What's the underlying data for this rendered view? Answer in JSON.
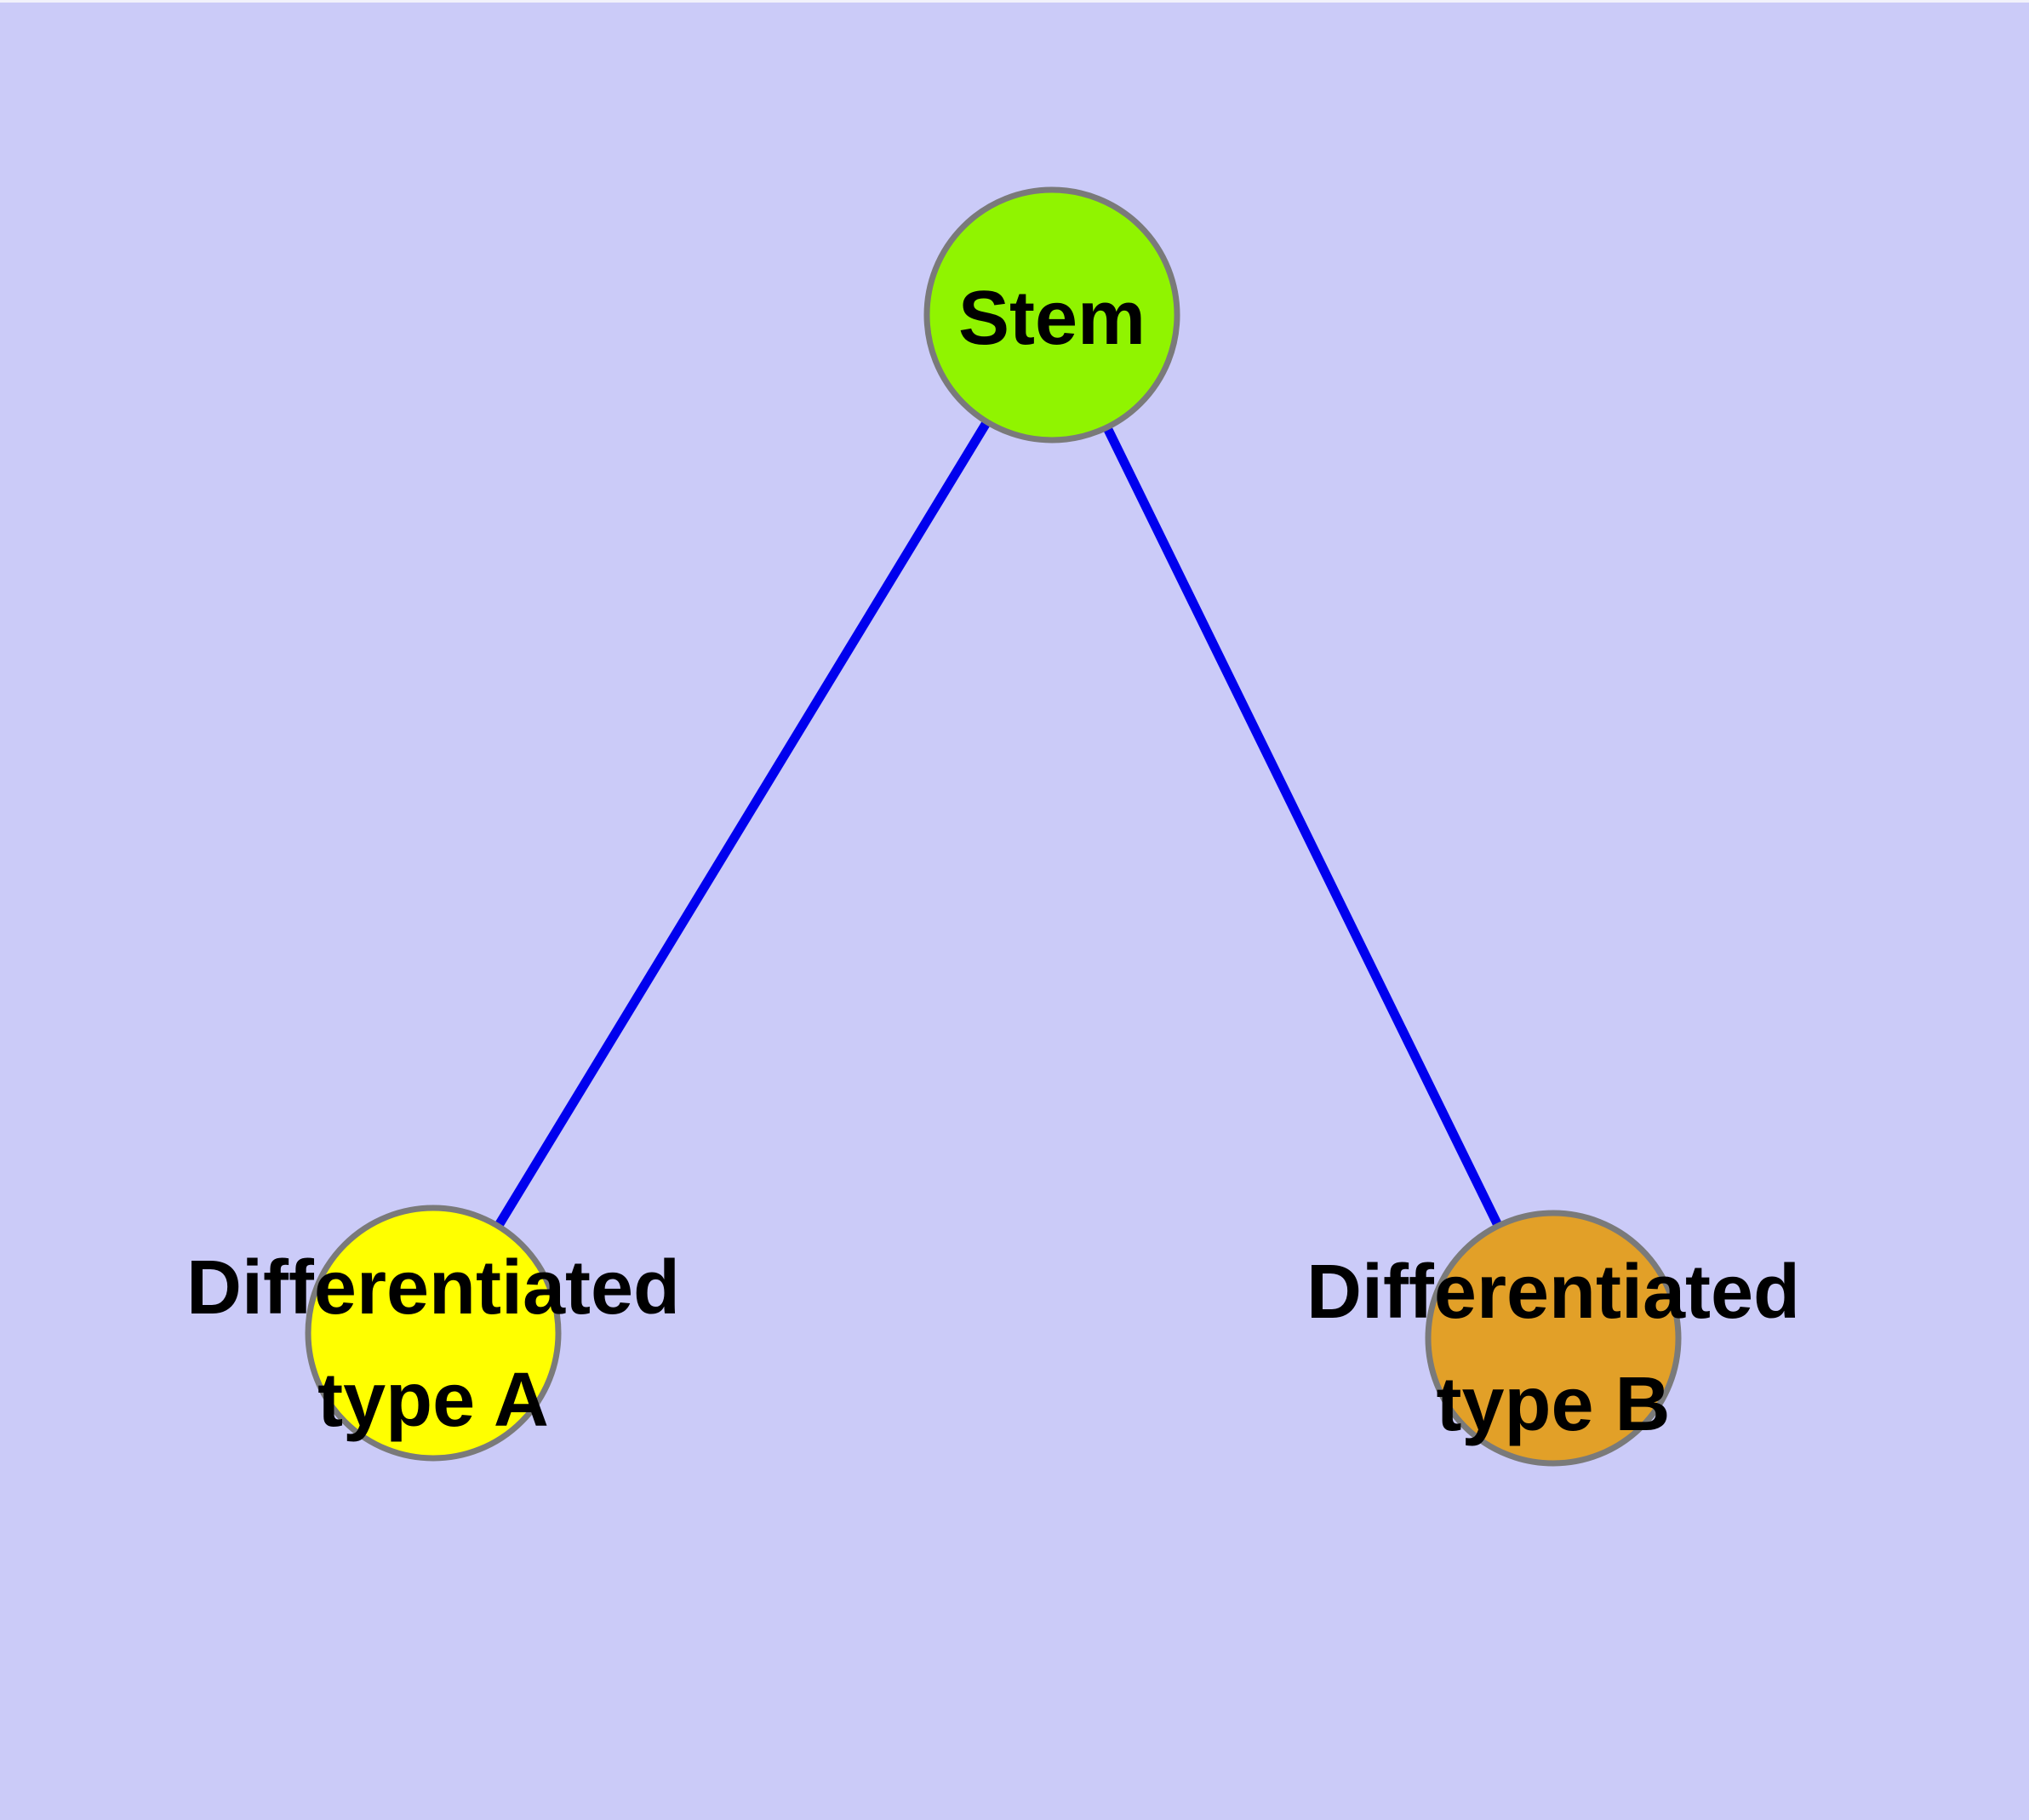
{
  "diagram": {
    "title": "Stem cell differentiation diagram",
    "background_color": "#CBCBF8",
    "top_highlight_color": "#F2F2FB",
    "edge_color": "#0000EE",
    "node_border_color": "#7A7A7A",
    "text_color": "#000000",
    "nodes": {
      "stem": {
        "id": "stem",
        "label": "Stem",
        "lines": [
          "Stem"
        ],
        "fill": "#90F400"
      },
      "diff_a": {
        "id": "diff_a",
        "label": "Differentiated type A",
        "lines": [
          "Differentiated",
          "type A"
        ],
        "fill": "#FFFF00"
      },
      "diff_b": {
        "id": "diff_b",
        "label": "Differentiated type B",
        "lines": [
          "Differentiated",
          "type B"
        ],
        "fill": "#E2A028"
      }
    },
    "edges": [
      {
        "from": "Stem",
        "to": "Differentiated type A"
      },
      {
        "from": "Stem",
        "to": "Differentiated type B"
      }
    ]
  }
}
